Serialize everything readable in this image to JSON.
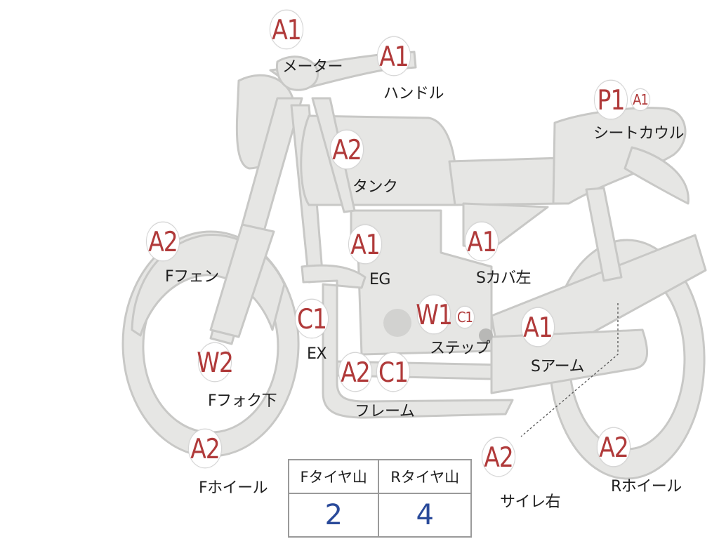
{
  "colors": {
    "badge_red": "#b03a3a",
    "part_fill": "#e6e6e4",
    "part_stroke": "#c8c8c6",
    "table_blue": "#2a4a9a"
  },
  "parts": {
    "meter": {
      "label": "メーター",
      "badges": [
        "A1"
      ]
    },
    "handle": {
      "label": "ハンドル",
      "badges": [
        "A1"
      ]
    },
    "seat_cowl": {
      "label": "シートカウル",
      "badges": [
        "P1",
        "A1"
      ]
    },
    "tank": {
      "label": "タンク",
      "badges": [
        "A2"
      ]
    },
    "front_fender": {
      "label": "Fフェン",
      "badges": [
        "A2"
      ]
    },
    "engine": {
      "label": "EG",
      "badges": [
        "A1"
      ]
    },
    "side_cover_left": {
      "label": "Sカバ左",
      "badges": [
        "A1"
      ]
    },
    "exhaust": {
      "label": "EX",
      "badges": [
        "C1"
      ]
    },
    "step": {
      "label": "ステップ",
      "badges": [
        "W1",
        "C1"
      ]
    },
    "swing_arm": {
      "label": "Sアーム",
      "badges": [
        "A1"
      ]
    },
    "front_fork_lower": {
      "label": "Fフォク下",
      "badges": [
        "W2"
      ]
    },
    "frame": {
      "label": "フレーム",
      "badges": [
        "A2",
        "C1"
      ]
    },
    "front_wheel": {
      "label": "Fホイール",
      "badges": [
        "A2"
      ]
    },
    "muffler_right": {
      "label": "サイレ右",
      "badges": [
        "A2"
      ]
    },
    "rear_wheel": {
      "label": "Rホイール",
      "badges": [
        "A2"
      ]
    }
  },
  "tire_table": {
    "headers": [
      "Fタイヤ山",
      "Rタイヤ山"
    ],
    "values": [
      "2",
      "4"
    ]
  }
}
